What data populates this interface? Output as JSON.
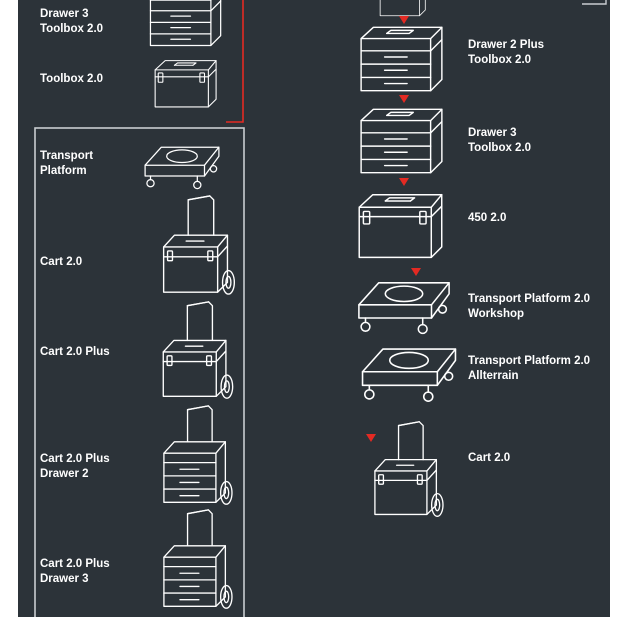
{
  "colors": {
    "background": "#2c3339",
    "accent": "#e32a23",
    "frame": "#c9cdd1",
    "line_art": "#ffffff"
  },
  "top_group": {
    "items": [
      {
        "label": "Drawer 3\nToolbox 2.0",
        "icon": "drawer-3-toolbox-icon"
      },
      {
        "label": "Toolbox 2.0",
        "icon": "toolbox-icon"
      }
    ]
  },
  "left_group": {
    "items": [
      {
        "label": "Transport\nPlatform",
        "icon": "transport-platform-icon"
      },
      {
        "label": "Cart 2.0",
        "icon": "cart-icon"
      },
      {
        "label": "Cart 2.0 Plus",
        "icon": "cart-plus-icon"
      },
      {
        "label": "Cart 2.0 Plus\nDrawer 2",
        "icon": "cart-plus-drawer-2-icon"
      },
      {
        "label": "Cart 2.0 Plus\nDrawer 3",
        "icon": "cart-plus-drawer-3-icon"
      }
    ]
  },
  "right_stack": {
    "items": [
      {
        "label": "Drawer 2 Plus\nToolbox 2.0",
        "icon": "drawer-2-plus-toolbox-icon"
      },
      {
        "label": "Drawer 3\nToolbox 2.0",
        "icon": "drawer-3-toolbox-icon"
      },
      {
        "label": "450 2.0",
        "icon": "box-450-icon"
      },
      {
        "label": "Transport Platform 2.0\nWorkshop",
        "icon": "transport-platform-workshop-icon"
      },
      {
        "label": "Transport Platform 2.0\nAllterrain",
        "icon": "transport-platform-allterrain-icon"
      },
      {
        "label": "Cart 2.0",
        "icon": "cart-icon"
      }
    ]
  }
}
